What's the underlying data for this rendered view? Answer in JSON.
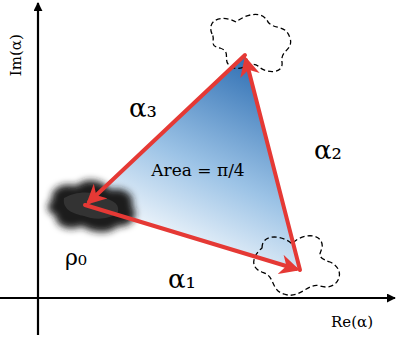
{
  "diagram": {
    "labels": [
      "Im(α)",
      "Re(α)",
      "α₃",
      "α₂",
      "α₁",
      "Area = π/4",
      "ρ₀"
    ]
  }
}
